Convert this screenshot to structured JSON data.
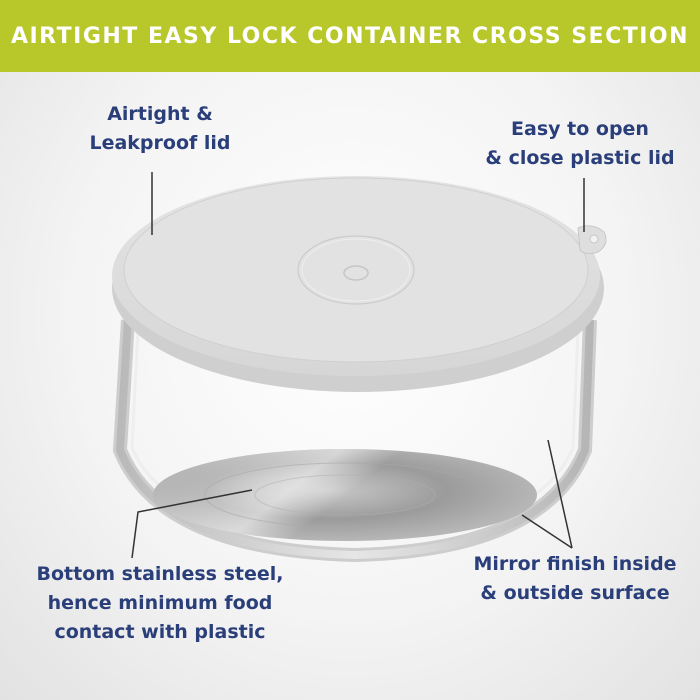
{
  "banner": {
    "title": "AIRTIGHT EASY LOCK CONTAINER CROSS SECTION",
    "color": "#b8c82a"
  },
  "callouts": {
    "lid": {
      "line1": "Airtight &",
      "line2": "Leakproof lid"
    },
    "open_close": {
      "line1": "Easy to open",
      "line2": "& close plastic lid"
    },
    "bottom": {
      "line1": "Bottom stainless steel,",
      "line2": "hence minimum food",
      "line3": "contact with plastic"
    },
    "mirror": {
      "line1": "Mirror finish inside",
      "line2": "& outside surface"
    }
  },
  "colors": {
    "label_text": "#2a3f7a",
    "lid": "#dcdcdc",
    "steel": "#c7c7c7"
  }
}
